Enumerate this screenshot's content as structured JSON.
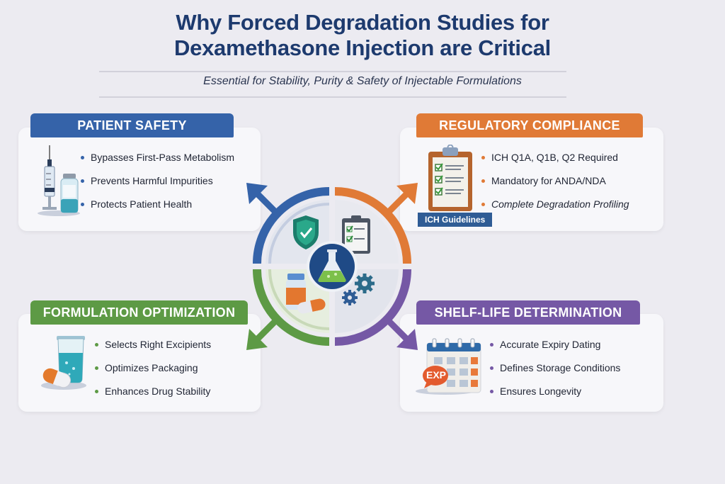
{
  "header": {
    "title_line1": "Why Forced Degradation Studies for",
    "title_line2": "Dexamethasone Injection are Critical",
    "subtitle": "Essential for Stability, Purity & Safety of Injectable Formulations"
  },
  "colors": {
    "background": "#ecebf1",
    "title": "#1d3a6e",
    "patient_safety": "#3563a9",
    "regulatory": "#e07a36",
    "formulation": "#5d9a45",
    "shelf_life": "#7558a5",
    "center": "#1f4a86"
  },
  "sections": {
    "patient_safety": {
      "heading": "PATIENT SAFETY",
      "icon": "syringe-vial-icon",
      "items": [
        "Bypasses First-Pass Metabolism",
        "Prevents Harmful Impurities",
        "Protects Patient Health"
      ]
    },
    "regulatory": {
      "heading": "REGULATORY COMPLIANCE",
      "icon": "clipboard-checklist-icon",
      "badge": "ICH Guidelines",
      "items": [
        "ICH Q1A, Q1B, Q2 Required",
        "Mandatory for ANDA/NDA",
        "Complete Degradation Profiling"
      ]
    },
    "formulation": {
      "heading": "FORMULATION OPTIMIZATION",
      "icon": "beaker-capsule-icon",
      "items": [
        "Selects Right Excipients",
        "Optimizes Packaging",
        "Enhances Drug Stability"
      ]
    },
    "shelf_life": {
      "heading": "SHELF-LIFE DETERMINATION",
      "icon": "calendar-exp-icon",
      "exp_label": "EXP",
      "items": [
        "Accurate Expiry Dating",
        "Defines Storage Conditions",
        "Ensures Longevity"
      ]
    }
  },
  "hub": {
    "center_icon": "flask-icon",
    "quadrant_icons": [
      "shield-check-icon",
      "clipboard-icon",
      "vial-capsule-icon",
      "gears-icon"
    ]
  }
}
